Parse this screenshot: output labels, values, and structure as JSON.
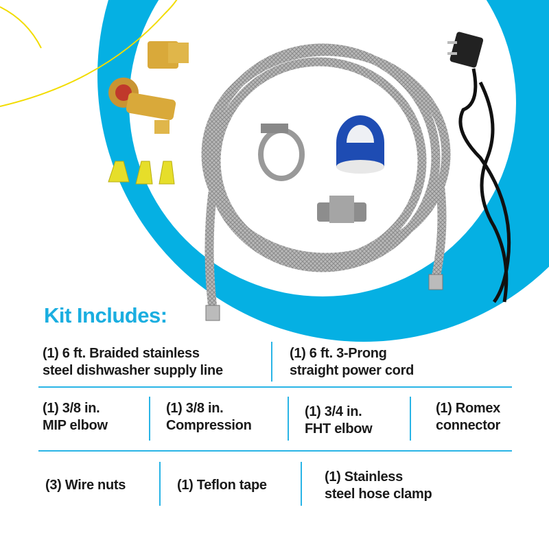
{
  "title": "Kit Includes:",
  "colors": {
    "accent": "#1aaee0",
    "ring": "#05b0e3",
    "text": "#1a1a1a",
    "yellow_line": "#f2dc00"
  },
  "items": {
    "supply_line": [
      "(1) 6 ft. Braided stainless",
      "steel dishwasher supply line"
    ],
    "power_cord": [
      "(1) 6 ft. 3-Prong",
      "straight power cord"
    ],
    "mip_elbow": [
      "(1) 3/8 in.",
      "MIP elbow"
    ],
    "compression": [
      "(1) 3/8 in.",
      "Compression"
    ],
    "fht_elbow": [
      "(1) 3/4 in.",
      "FHT elbow"
    ],
    "romex": [
      "(1) Romex",
      "connector"
    ],
    "wire_nuts": [
      "(3) Wire nuts"
    ],
    "teflon": [
      "(1) Teflon tape"
    ],
    "hose_clamp": [
      "(1) Stainless",
      "steel hose clamp"
    ]
  }
}
